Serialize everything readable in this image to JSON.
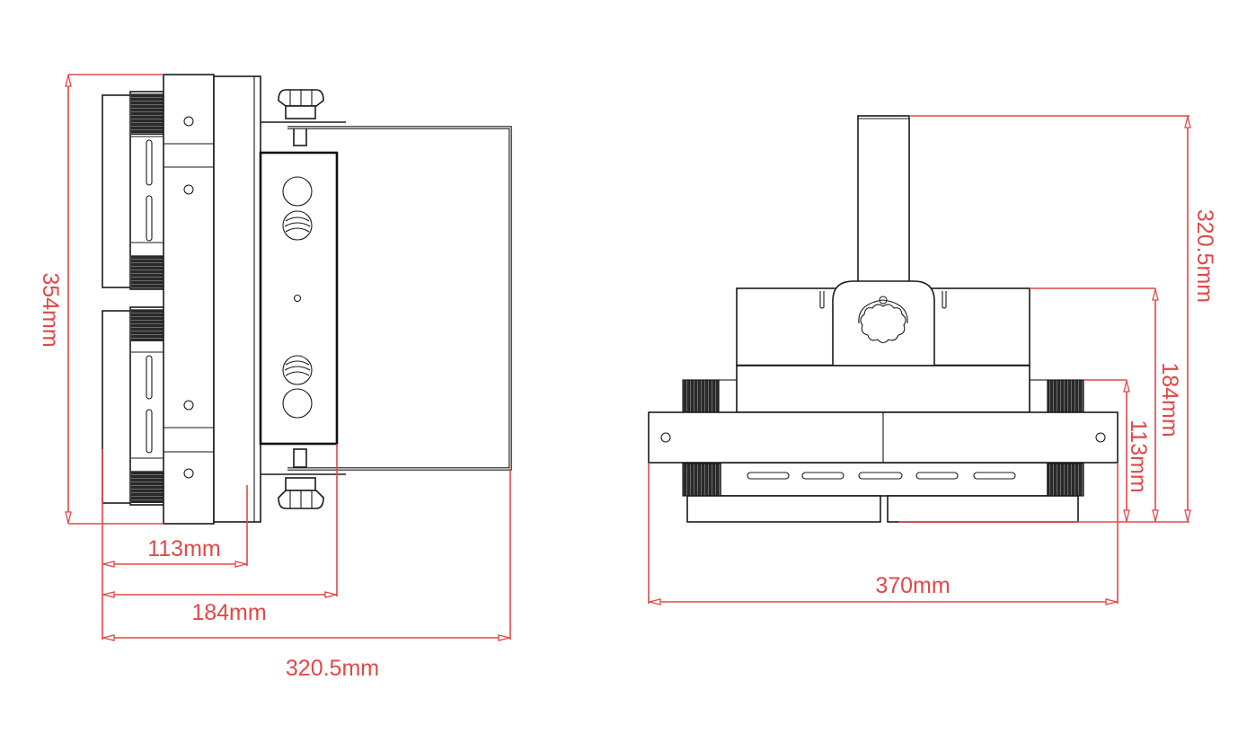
{
  "drawing": {
    "type": "technical-dimension-drawing",
    "dimension_color": "#e04848",
    "line_color": "#1a1a1a",
    "views": {
      "side_view": {
        "dimensions": {
          "height": "354mm",
          "width_inner": "113mm",
          "width_mid": "184mm",
          "width_total": "320.5mm"
        }
      },
      "front_view": {
        "dimensions": {
          "height_total": "320.5mm",
          "height_mid": "184mm",
          "height_inner": "113mm",
          "width_total": "370mm"
        }
      }
    }
  }
}
